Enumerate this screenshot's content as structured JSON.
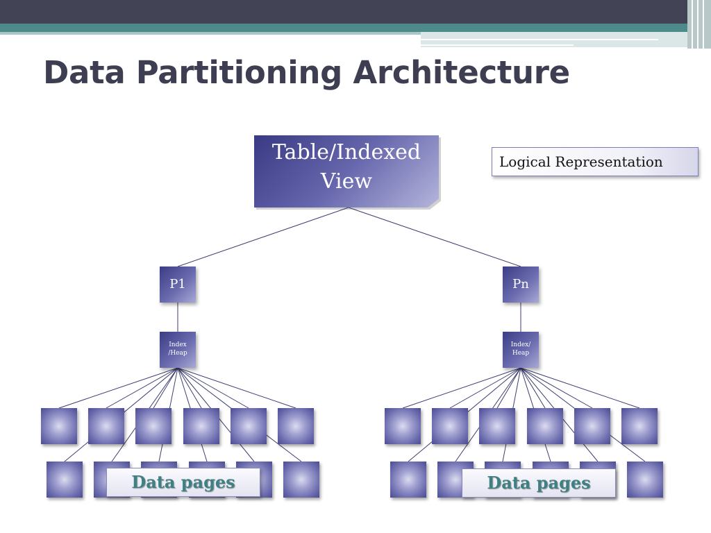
{
  "slide": {
    "title": "Data Partitioning Architecture"
  },
  "diagram": {
    "root": {
      "label": "Table/Indexed View"
    },
    "legend": {
      "label": "Logical Representation"
    },
    "partitions": [
      {
        "label": "P1",
        "index_label": "Index /Heap",
        "pages_label": "Data pages"
      },
      {
        "label": "Pn",
        "index_label": "Index/ Heap",
        "pages_label": "Data pages"
      }
    ]
  },
  "colors": {
    "title": "#3e3e52",
    "node_dark": "#3c3c86",
    "node_light": "#a9a9d6",
    "connector": "#3d3d70",
    "data_label_text": "#3f8082",
    "banner_dark": "#434356",
    "banner_teal": "#4f8a8b"
  }
}
